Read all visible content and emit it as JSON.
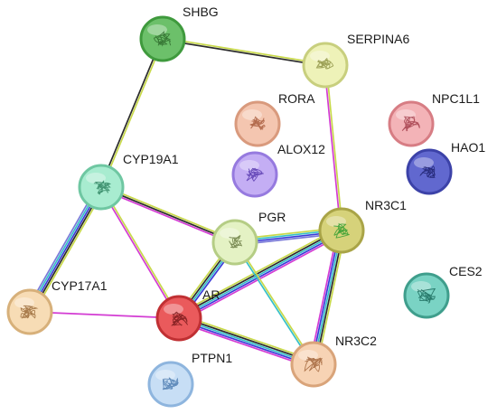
{
  "network": {
    "nodes": [
      {
        "id": "SHBG",
        "label": "SHBG",
        "color": "#6cc06a",
        "ring": "#3f9a3d",
        "glyph": "#2f6b2d"
      },
      {
        "id": "SERPINA6",
        "label": "SERPINA6",
        "color": "#eef2b8",
        "ring": "#c8cf7e",
        "glyph": "#8f9447"
      },
      {
        "id": "RORA",
        "label": "RORA",
        "color": "#f4c6b0",
        "ring": "#d99a7d",
        "glyph": "#a75b3c"
      },
      {
        "id": "NPC1L1",
        "label": "NPC1L1",
        "color": "#f3b3b7",
        "ring": "#d77d84",
        "glyph": "#a4404c"
      },
      {
        "id": "ALOX12",
        "label": "ALOX12",
        "color": "#c4aef4",
        "ring": "#967adf",
        "glyph": "#5a3cb0"
      },
      {
        "id": "HAO1",
        "label": "HAO1",
        "color": "#6168cf",
        "ring": "#3c42a8",
        "glyph": "#1e226e"
      },
      {
        "id": "CYP19A1",
        "label": "CYP19A1",
        "color": "#a8ecd0",
        "ring": "#6fc7a2",
        "glyph": "#2f8561"
      },
      {
        "id": "NR3C1",
        "label": "NR3C1",
        "color": "#d6d27a",
        "ring": "#a9a447",
        "glyph": "#2f9d2f"
      },
      {
        "id": "PGR",
        "label": "PGR",
        "color": "#e4f2c4",
        "ring": "#b5cd85",
        "glyph": "#6b7d44"
      },
      {
        "id": "CES2",
        "label": "CES2",
        "color": "#7ad3c4",
        "ring": "#3f9e8c",
        "glyph": "#1a6a5c"
      },
      {
        "id": "CYP17A1",
        "label": "CYP17A1",
        "color": "#f7dcb5",
        "ring": "#d7b07a",
        "glyph": "#9b6b3a"
      },
      {
        "id": "AR",
        "label": "AR",
        "color": "#ea5a5c",
        "ring": "#c03033",
        "glyph": "#7a1b1c"
      },
      {
        "id": "NR3C2",
        "label": "NR3C2",
        "color": "#f7d3b4",
        "ring": "#d9a47a",
        "glyph": "#a2653b"
      },
      {
        "id": "PTPN1",
        "label": "PTPN1",
        "color": "#c7def5",
        "ring": "#8eb5de",
        "glyph": "#4e7cb0"
      }
    ],
    "edges": [
      {
        "from": "SHBG",
        "to": "SERPINA6",
        "colors": [
          "#c8d94a",
          "#2b2b2b"
        ]
      },
      {
        "from": "SHBG",
        "to": "CYP19A1",
        "colors": [
          "#c8d94a",
          "#2b2b2b"
        ]
      },
      {
        "from": "SERPINA6",
        "to": "NR3C1",
        "colors": [
          "#c8d94a",
          "#d33cd3"
        ]
      },
      {
        "from": "CYP19A1",
        "to": "CYP17A1",
        "colors": [
          "#c8d94a",
          "#2b2b2b",
          "#3b3bd8",
          "#36c0c8",
          "#7a7ad8"
        ]
      },
      {
        "from": "CYP19A1",
        "to": "AR",
        "colors": [
          "#c8d94a",
          "#d33cd3"
        ]
      },
      {
        "from": "CYP19A1",
        "to": "PGR",
        "colors": [
          "#c8d94a",
          "#2b2b2b",
          "#d33cd3"
        ]
      },
      {
        "from": "CYP17A1",
        "to": "AR",
        "colors": [
          "#d33cd3"
        ]
      },
      {
        "from": "AR",
        "to": "PGR",
        "colors": [
          "#c8d94a",
          "#2b2b2b",
          "#36c0c8",
          "#3b3bd8"
        ]
      },
      {
        "from": "AR",
        "to": "NR3C1",
        "colors": [
          "#c8d94a",
          "#2b2b2b",
          "#36c0c8",
          "#3b3bd8",
          "#d33cd3"
        ]
      },
      {
        "from": "AR",
        "to": "NR3C2",
        "colors": [
          "#c8d94a",
          "#2b2b2b",
          "#36c0c8",
          "#3b3bd8",
          "#d33cd3"
        ]
      },
      {
        "from": "PGR",
        "to": "NR3C1",
        "colors": [
          "#c8d94a",
          "#36c0c8",
          "#3b3bd8",
          "#7a7ad8"
        ]
      },
      {
        "from": "PGR",
        "to": "NR3C2",
        "colors": [
          "#c8d94a",
          "#36c0c8"
        ]
      },
      {
        "from": "NR3C1",
        "to": "NR3C2",
        "colors": [
          "#c8d94a",
          "#2b2b2b",
          "#36c0c8",
          "#3b3bd8",
          "#d33cd3"
        ]
      }
    ]
  }
}
